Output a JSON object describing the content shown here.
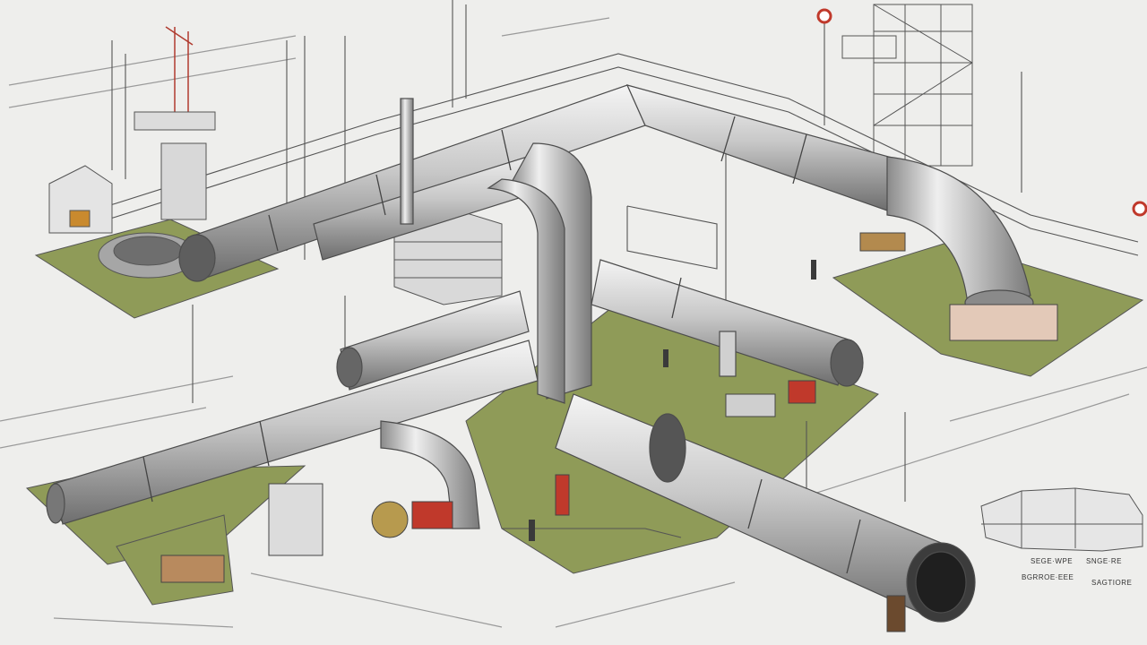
{
  "legend": {
    "label_a": "SEGE·WPE",
    "label_b": "SNGE·RE",
    "label_c": "BGRROE·EEE",
    "label_d": "SAGTIORE"
  },
  "palette": {
    "background": "#eeeeec",
    "pipe_light": "#e8e8e8",
    "pipe_mid": "#b9b9b9",
    "pipe_dark": "#6b6b6b",
    "grass": "#8f9b58",
    "accent_red": "#c0392b",
    "line": "#555555"
  }
}
